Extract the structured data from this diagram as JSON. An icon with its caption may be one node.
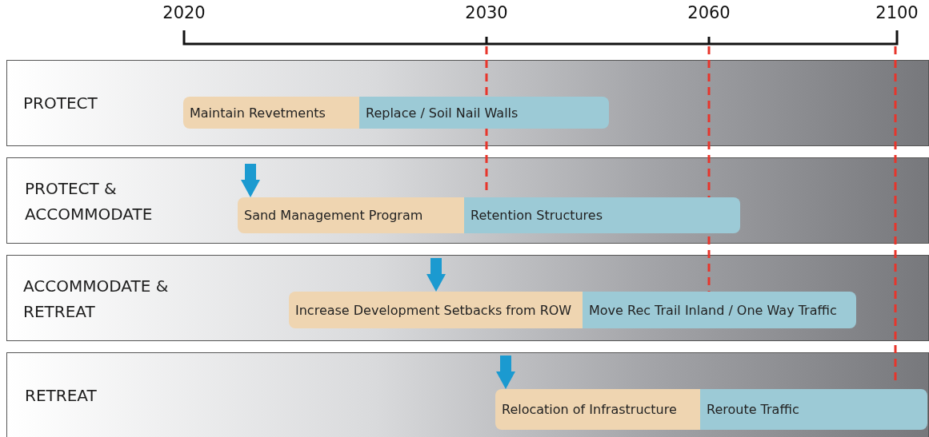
{
  "diagram": {
    "nodes": [
      {
        "text": [
          "PROTECT"
        ]
      },
      {
        "text": [
          "Maintain Revetments"
        ],
        "in": 0
      },
      {
        "text": [
          "Replace / Soil Nail Walls"
        ],
        "in": 0
      },
      {
        "text": [
          "PROTECT & ACCOMMODATE"
        ]
      },
      {
        "text": [
          "Sand Management Program"
        ],
        "in": 3
      },
      {
        "text": [
          "Retention Structures"
        ],
        "in": 3
      },
      {
        "text": [
          "ACCOMMODATE & RETREAT"
        ]
      },
      {
        "text": [
          "Increase Development Setbacks from ROW"
        ],
        "in": 6
      },
      {
        "text": [
          "Move Rec Trail Inland / One Way Traffic"
        ],
        "in": 6
      },
      {
        "text": [
          "RETREAT"
        ]
      },
      {
        "text": [
          "Relocation of Infrastructure"
        ],
        "in": 9
      },
      {
        "text": [
          "Reroute Traffic"
        ],
        "in": 9
      }
    ],
    "edges": [
      {
        "from": null,
        "to": 4,
        "arrow": "to"
      },
      {
        "from": null,
        "to": 7,
        "arrow": "to"
      },
      {
        "from": null,
        "to": 10,
        "arrow": "to"
      }
    ],
    "labels": [
      "2020",
      "2030",
      "2060",
      "2100"
    ]
  }
}
